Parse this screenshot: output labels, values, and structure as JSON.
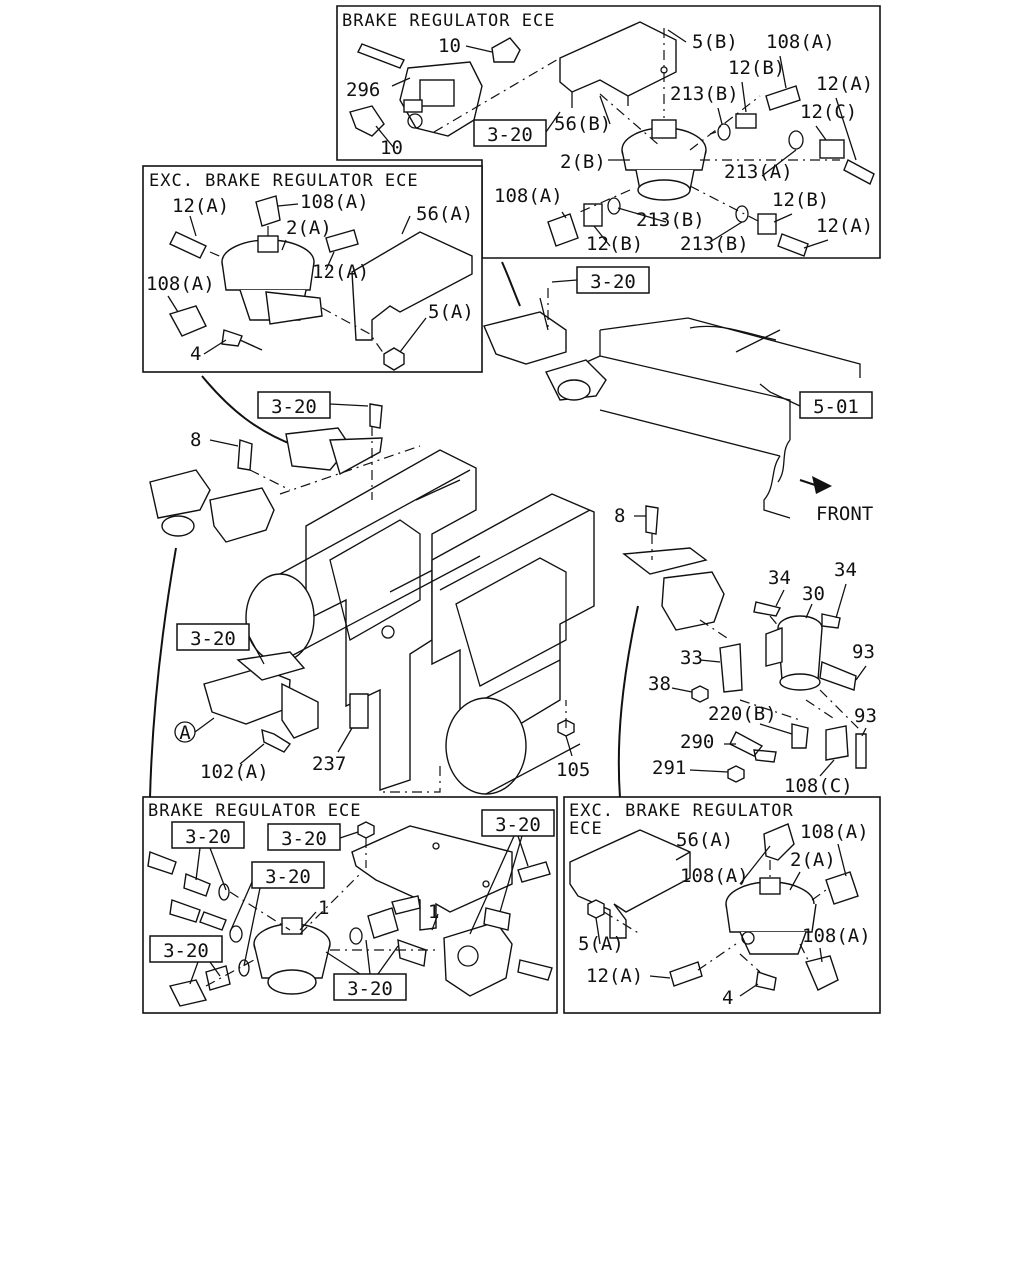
{
  "panels": {
    "top_right_title": "BRAKE REGULATOR ECE",
    "top_left_title": "EXC. BRAKE REGULATOR ECE",
    "bottom_left_title": "BRAKE REGULATOR ECE",
    "bottom_right_title_line1": "EXC. BRAKE REGULATOR",
    "bottom_right_title_line2": "ECE"
  },
  "direction": {
    "label": "FRONT"
  },
  "callout": {
    "a": "A"
  },
  "refs": {
    "r1": "3-20",
    "r2": "3-20",
    "r3": "3-20",
    "r4": "3-20",
    "r5": "3-20",
    "r6": "3-20",
    "r7": "3-20",
    "r8": "3-20",
    "r9": "3-20",
    "r10": "3-20",
    "r11": "5-01"
  },
  "labels": {
    "tr_10a": "10",
    "tr_296": "296",
    "tr_10b": "10",
    "tr_5b": "5(B)",
    "tr_108a": "108(A)",
    "tr_12b1": "12(B)",
    "tr_12a1": "12(A)",
    "tr_213b1": "213(B)",
    "tr_12c": "12(C)",
    "tr_56b": "56(B)",
    "tr_2b": "2(B)",
    "tr_213a": "213(A)",
    "tr_108a2": "108(A)",
    "tr_213b2": "213(B)",
    "tr_12b2": "12(B)",
    "tr_12b3": "12(B)",
    "tr_213b3": "213(B)",
    "tr_12a2": "12(A)",
    "tl_12a1": "12(A)",
    "tl_108a1": "108(A)",
    "tl_56a": "56(A)",
    "tl_2a": "2(A)",
    "tl_12a2": "12(A)",
    "tl_108a2": "108(A)",
    "tl_5a": "5(A)",
    "tl_4": "4",
    "m_8a": "8",
    "m_8b": "8",
    "m_34a": "34",
    "m_34b": "34",
    "m_30": "30",
    "m_33": "33",
    "m_93a": "93",
    "m_38": "38",
    "m_220b": "220(B)",
    "m_93b": "93",
    "m_290": "290",
    "m_291": "291",
    "m_108c": "108(C)",
    "m_102a": "102(A)",
    "m_237": "237",
    "m_105": "105",
    "bl_1a": "1",
    "bl_1b": "1",
    "br_56a": "56(A)",
    "br_108a1": "108(A)",
    "br_108a2": "108(A)",
    "br_2a": "2(A)",
    "br_5a": "5(A)",
    "br_108a3": "108(A)",
    "br_12a": "12(A)",
    "br_4": "4"
  }
}
